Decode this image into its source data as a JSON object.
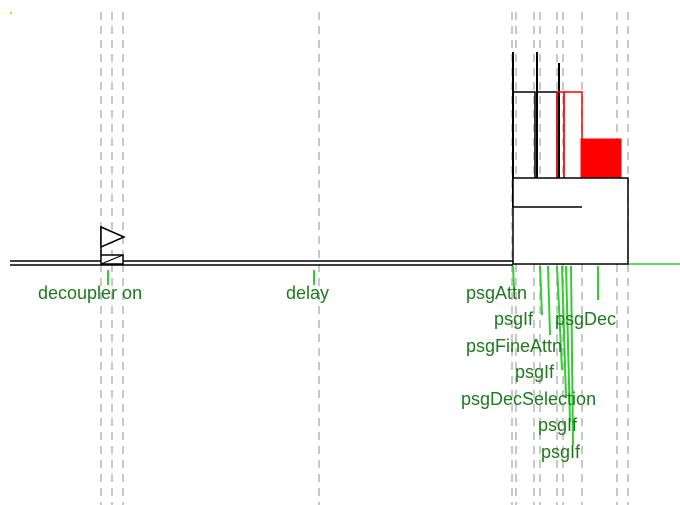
{
  "sequence": {
    "events": [
      {
        "id": "decoupler",
        "label": "decoupler on"
      },
      {
        "id": "delay",
        "label": "delay"
      },
      {
        "id": "psgAttn",
        "label": "psgAttn"
      },
      {
        "id": "psgIf1",
        "label": "psgIf"
      },
      {
        "id": "psgDec",
        "label": "psgDec"
      },
      {
        "id": "psgFineAttn",
        "label": "psgFineAttn"
      },
      {
        "id": "psgIf2",
        "label": "psgIf"
      },
      {
        "id": "psgDecSelection",
        "label": "psgDecSelection"
      },
      {
        "id": "psgIf3",
        "label": "psgIf"
      },
      {
        "id": "psgIf4",
        "label": "psgIf"
      }
    ]
  },
  "colors": {
    "label": "#1e7a1e",
    "marker": "#33cc33",
    "gridline": "#c8c8c8",
    "pulse_red": "#ff0000",
    "baseline": "#000000"
  },
  "icons": {
    "decoupler_marker": "flag-icon"
  }
}
